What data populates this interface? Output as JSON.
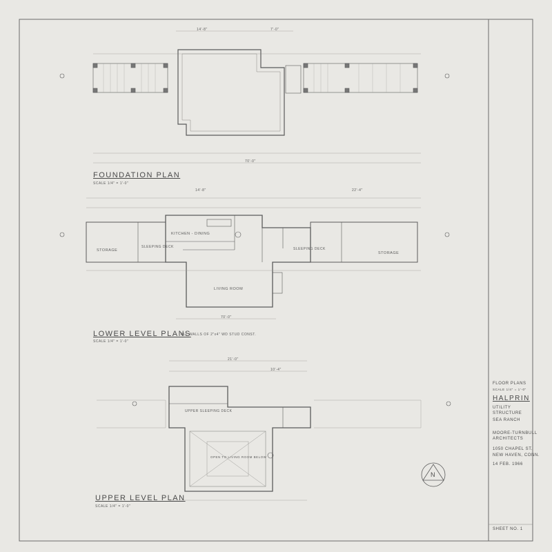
{
  "plans": {
    "foundation": {
      "title": "FOUNDATION PLAN",
      "scale": "SCALE 1/4\" = 1'-0\""
    },
    "lower": {
      "title": "LOWER LEVEL PLANS",
      "scale": "SCALE 1/4\" = 1'-0\"",
      "note": "ALL WALLS OF 2\"x4\" WD STUD CONST."
    },
    "upper": {
      "title": "UPPER LEVEL PLAN",
      "scale": "SCALE 1/4\" = 1'-0\""
    }
  },
  "rooms": {
    "storage_left": "STORAGE",
    "storage_right": "STORAGE",
    "sleeping_deck_left": "SLEEPING DECK",
    "sleeping_deck_right": "SLEEPING DECK",
    "kitchen_dining": "KITCHEN - DINING",
    "living_room": "LIVING ROOM",
    "upper_sleeping": "UPPER SLEEPING DECK",
    "open_to_living": "OPEN TO LIVING ROOM BELOW"
  },
  "dimensions": {
    "foundation_top_left": "14'-8\"",
    "foundation_top_right": "7'-0\"",
    "foundation_overall": "70'-0\"",
    "lower_top_left": "14'-8\"",
    "lower_top_right": "22'-4\"",
    "lower_overall": "70'-0\"",
    "upper_top": "21'-0\"",
    "upper_top_right": "10'-4\""
  },
  "title_block": {
    "sheet_title": "FLOOR PLANS",
    "sheet_scale": "SCALE 1/4\" = 1'-0\"",
    "project": "HALPRIN",
    "project_sub1": "UTILITY",
    "project_sub2": "STRUCTURE",
    "location": "SEA RANCH",
    "architect1": "MOORE-TURNBULL",
    "architect2": "ARCHITECTS",
    "address1": "1050 CHAPEL ST.",
    "address2": "NEW HAVEN, CONN.",
    "date": "14 FEB. 1966",
    "sheet_no": "SHEET NO. 1"
  },
  "north_arrow": "N",
  "colors": {
    "paper": "#e9e8e4",
    "ink": "#4a4a4a",
    "faint": "#9a9a96"
  }
}
